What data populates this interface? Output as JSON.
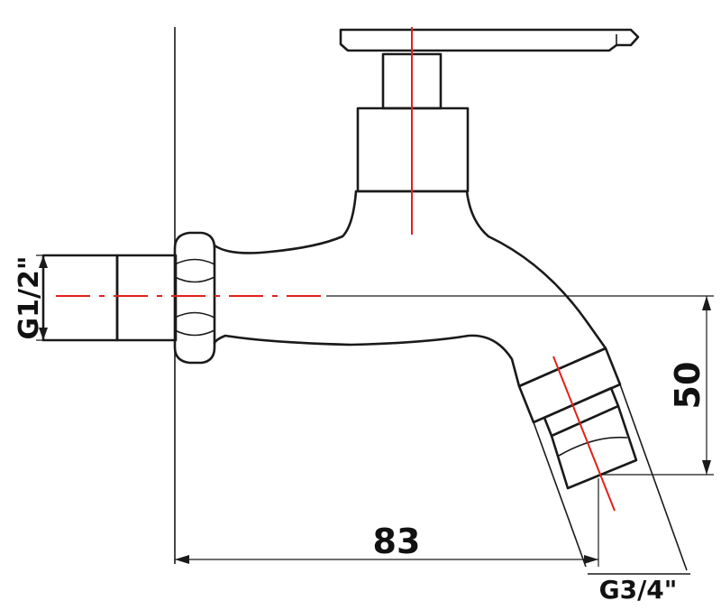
{
  "dimensions": {
    "width_label": "83",
    "height_label": "50",
    "inlet_thread": "G1/2\"",
    "outlet_thread": "G3/4\""
  },
  "colors": {
    "outline": "#1a1a1a",
    "centerline": "#e0201c"
  }
}
